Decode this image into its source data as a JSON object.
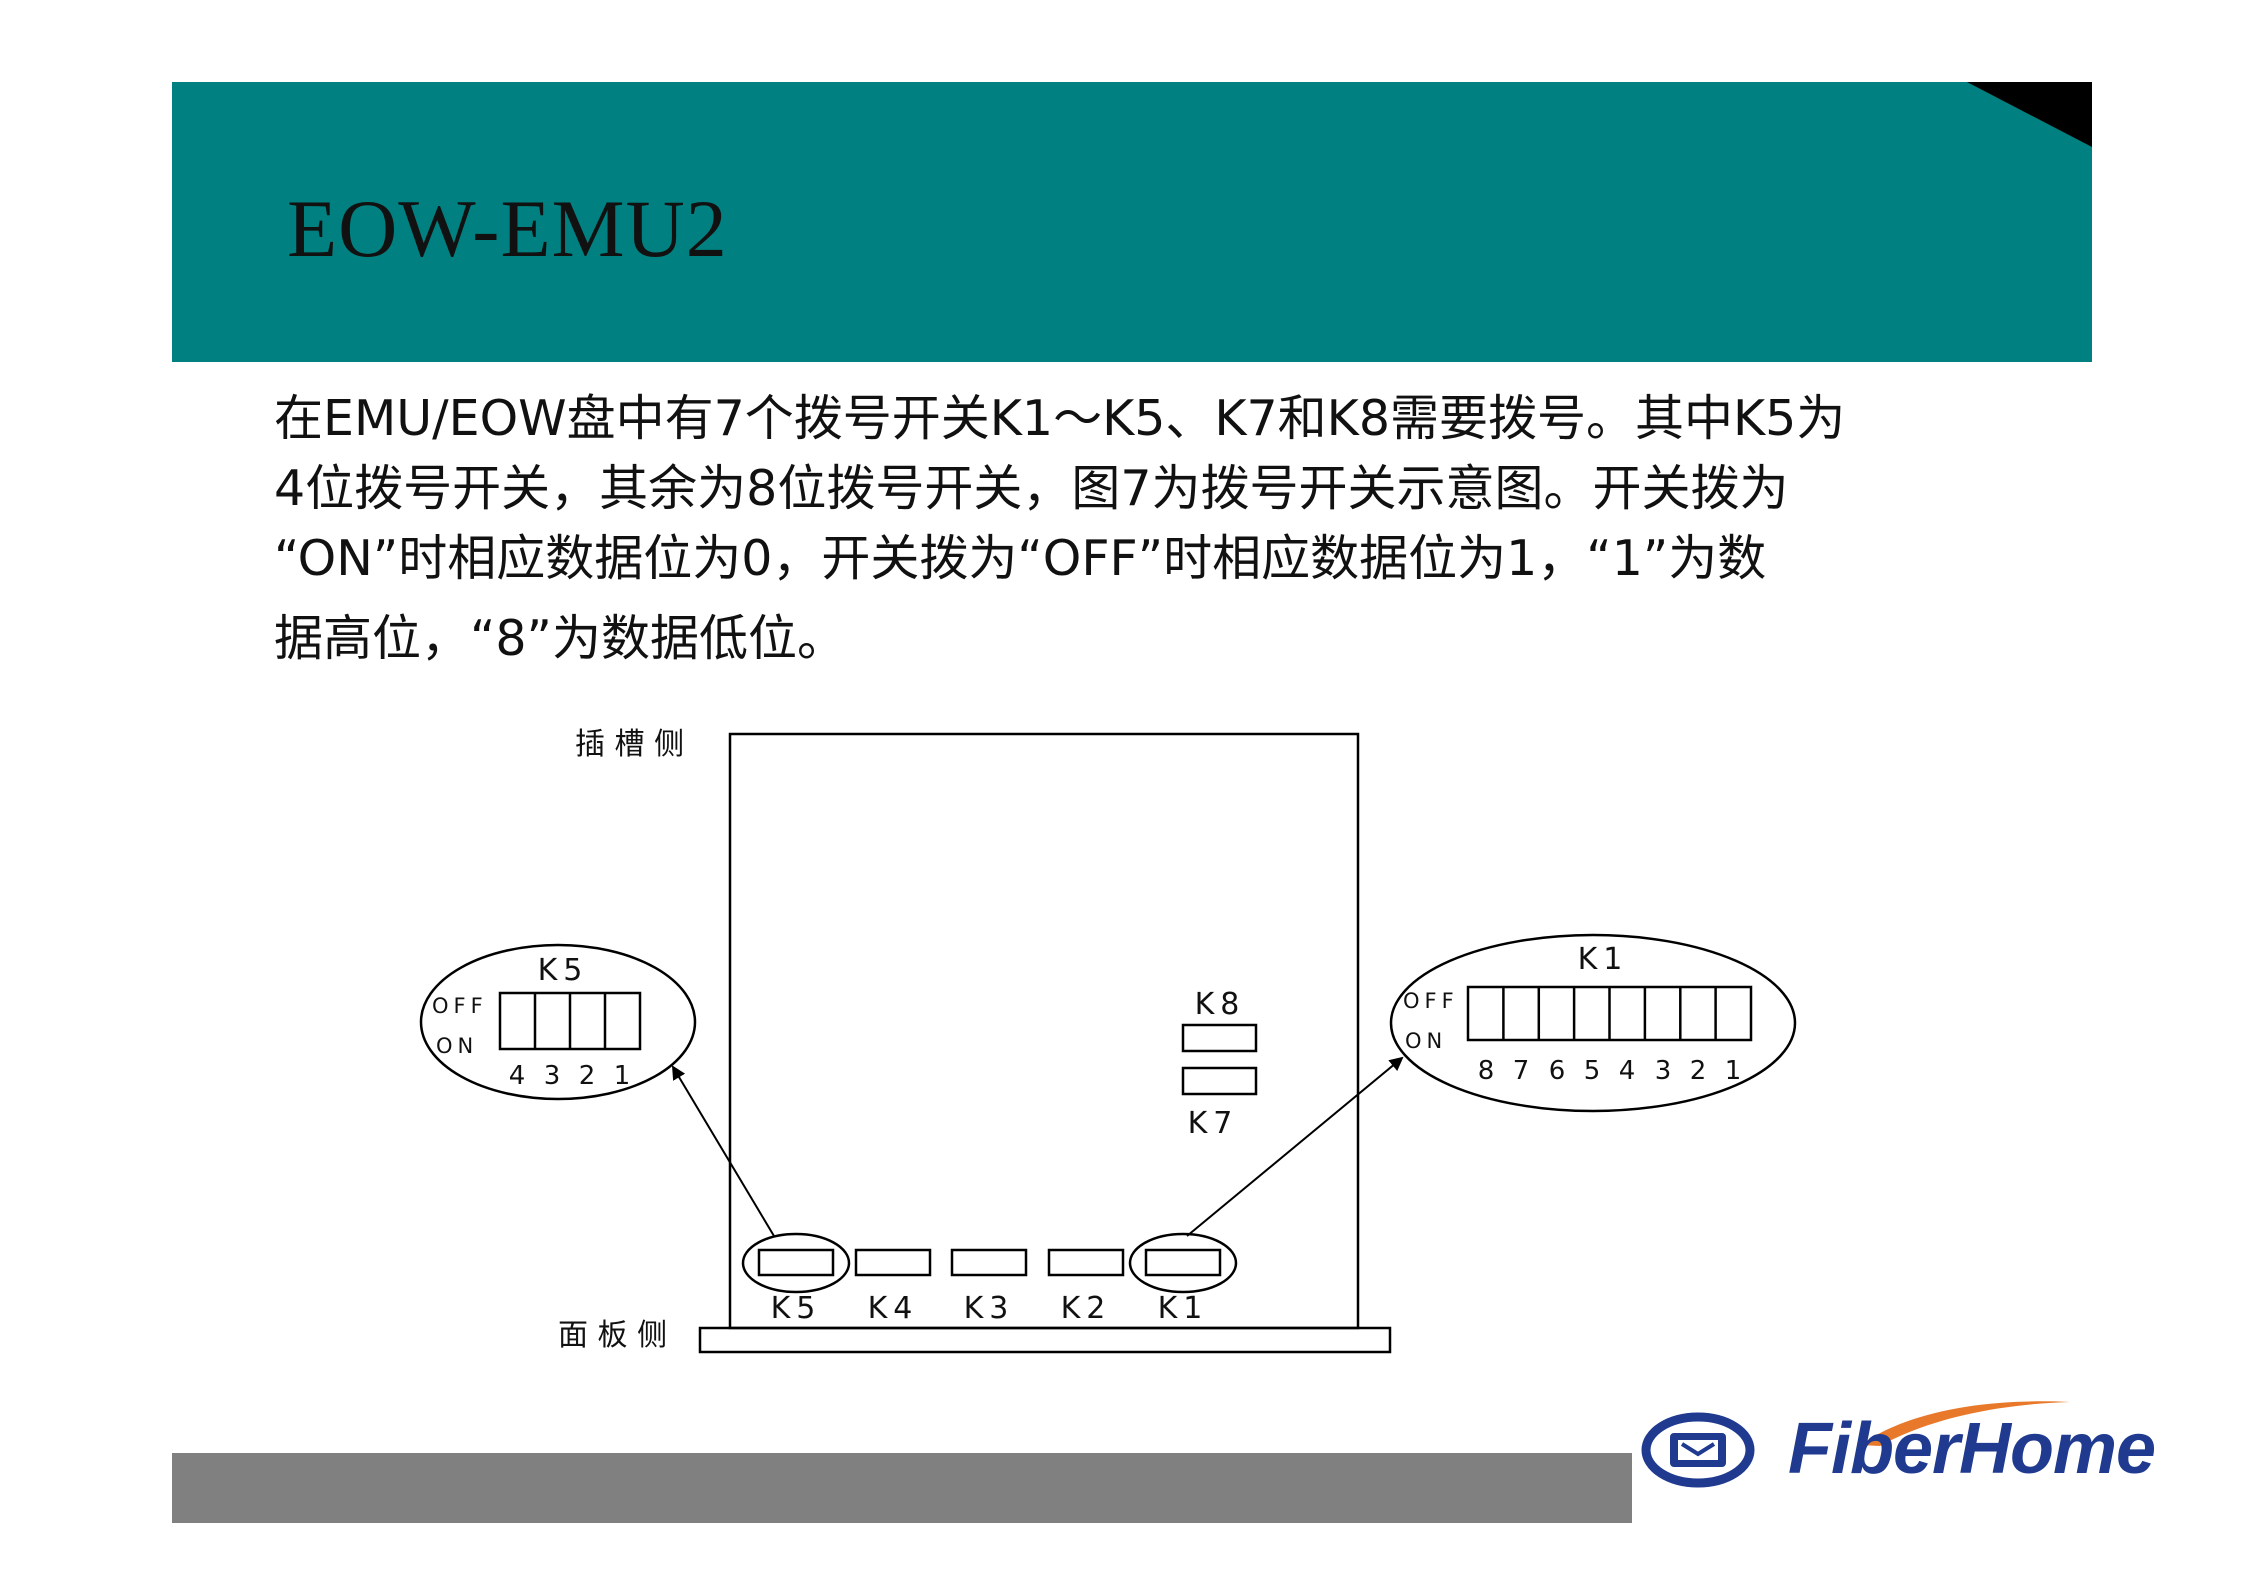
{
  "slide": {
    "title": "EOW-EMU2",
    "paragraph_lines": [
      "在EMU/EOW盘中有7个拨号开关K1～K5、K7和K8需要拨号。其中K5为",
      "4位拨号开关，其余为8位拨号开关，图7为拨号开关示意图。开关拨为",
      "“ON”时相应数据位为0，开关拨为“OFF”时相应数据位为1，“1”为数",
      "据高位，“8”为数据低位。"
    ]
  },
  "diagram": {
    "slot_side_label": "插 槽 侧",
    "panel_side_label": "面 板 侧",
    "bottom_switches": [
      "K5",
      "K4",
      "K3",
      "K2",
      "K1"
    ],
    "k8_label": "K8",
    "k7_label": "K7",
    "k5_detail": {
      "title": "K5",
      "off_label": "OFF",
      "on_label": "ON",
      "numbers": [
        "4",
        "3",
        "2",
        "1"
      ]
    },
    "k1_detail": {
      "title": "K1",
      "off_label": "OFF",
      "on_label": "ON",
      "numbers": [
        "8",
        "7",
        "6",
        "5",
        "4",
        "3",
        "2",
        "1"
      ]
    }
  },
  "footer": {
    "logo_text": "FiberHome"
  },
  "colors": {
    "header": "#008080",
    "footer_bar": "#808080",
    "logo_blue": "#1f3a8f",
    "logo_orange": "#e8792a"
  }
}
